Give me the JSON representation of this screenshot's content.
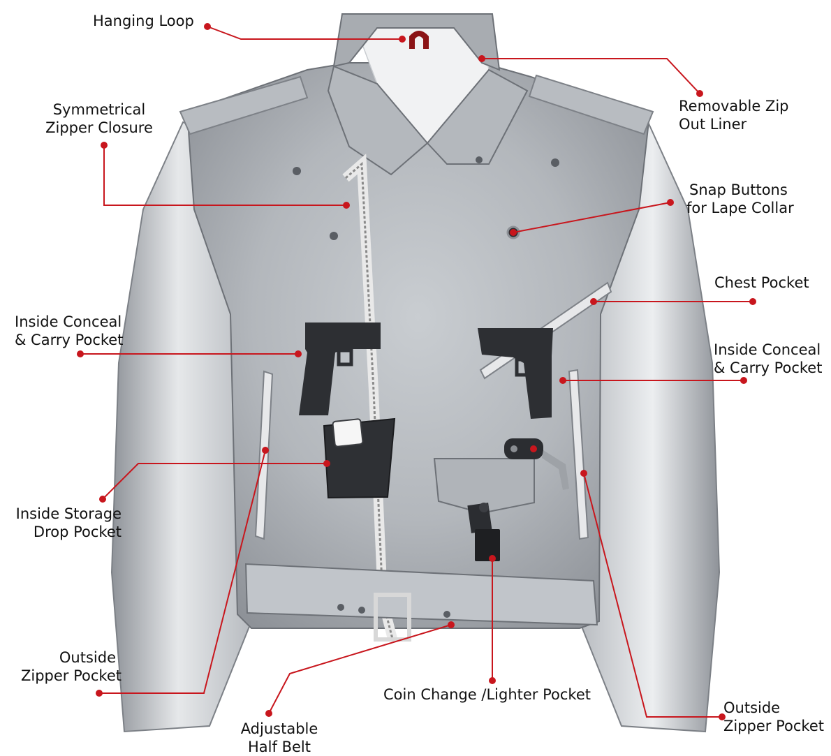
{
  "colors": {
    "callout": "#c8161d",
    "leather_light": "#d9dcde",
    "leather_mid": "#a9adb2",
    "leather_dark": "#6d7177",
    "liner": "#f1f2f3"
  },
  "callouts": {
    "hanging_loop": {
      "lines": [
        "Hanging Loop"
      ]
    },
    "removable_liner": {
      "lines": [
        "Removable Zip",
        "Out Liner"
      ]
    },
    "symmetrical_zipper": {
      "lines": [
        "Symmetrical",
        "Zipper Closure"
      ]
    },
    "snap_buttons": {
      "lines": [
        "Snap Buttons",
        "for Lape Collar"
      ]
    },
    "chest_pocket": {
      "lines": [
        "Chest Pocket"
      ]
    },
    "inside_conceal_left": {
      "lines": [
        "Inside Conceal",
        "& Carry Pocket"
      ]
    },
    "inside_conceal_right": {
      "lines": [
        "Inside Conceal",
        "& Carry Pocket"
      ]
    },
    "inside_storage": {
      "lines": [
        "Inside Storage",
        "Drop Pocket"
      ]
    },
    "outside_zipper_left": {
      "lines": [
        "Outside",
        "Zipper Pocket"
      ]
    },
    "outside_zipper_right": {
      "lines": [
        "Outside",
        "Zipper Pocket"
      ]
    },
    "coin_pocket": {
      "lines": [
        "Coin Change /Lighter Pocket"
      ]
    },
    "half_belt": {
      "lines": [
        "Adjustable",
        "Half Belt"
      ]
    }
  },
  "icons": {
    "jacket": "jacket-illustration",
    "pistol": "pistol-icon",
    "phone": "phone-icon",
    "car_key": "car-key-icon",
    "lighter": "lighter-icon"
  }
}
